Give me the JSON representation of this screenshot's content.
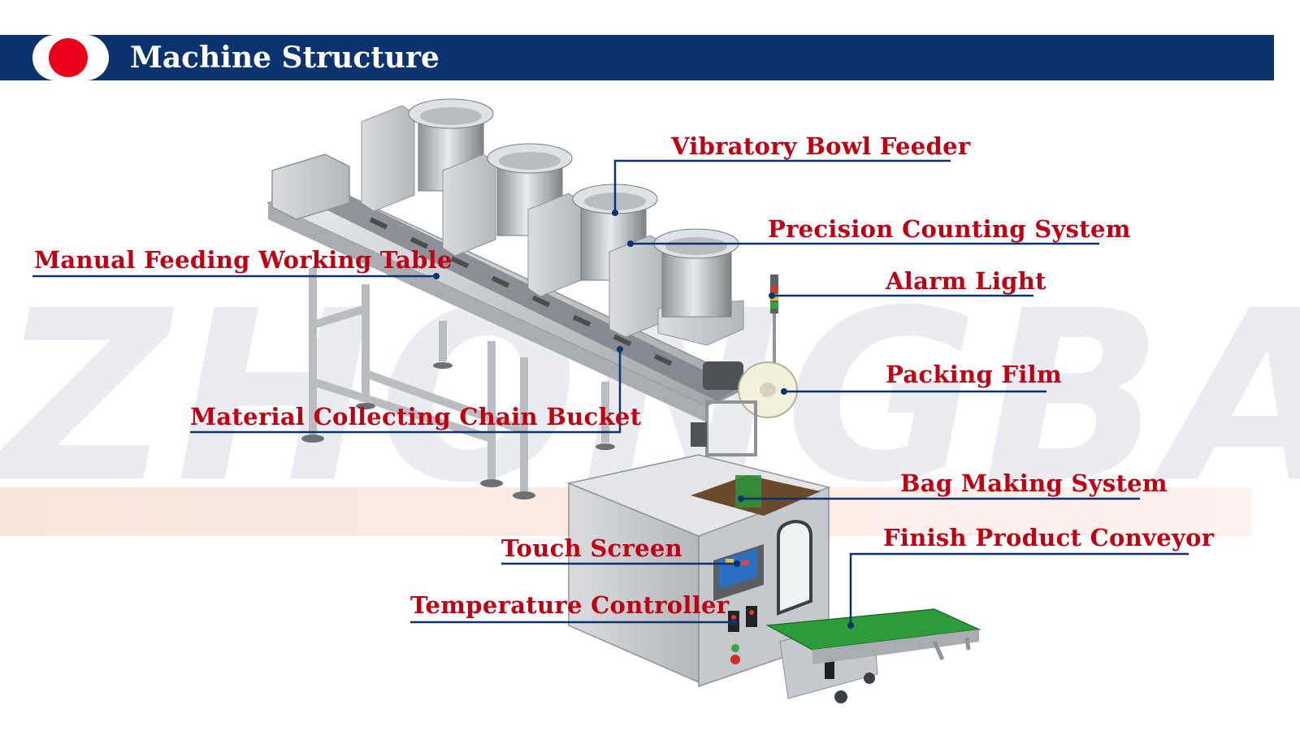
{
  "header": {
    "title": "Machine Structure",
    "bg_color": "#0b3370",
    "dot_color": "#e8001b"
  },
  "watermark": {
    "text": "ZHONGBAI"
  },
  "labels": {
    "vibratory_bowl_feeder": "Vibratory Bowl Feeder",
    "precision_counting_system": "Precision Counting System",
    "manual_feeding_working_table": "Manual Feeding Working Table",
    "alarm_light": "Alarm Light",
    "packing_film": "Packing Film",
    "material_collecting_chain_bucket": "Material Collecting Chain Bucket",
    "bag_making_system": "Bag Making System",
    "finish_product_conveyor": "Finish Product Conveyor",
    "touch_screen": "Touch Screen",
    "temperature_controller": "Temperature Controller"
  },
  "colors": {
    "label_text": "#c00012",
    "leader_line": "#0b3370",
    "steel": "#c9ccd0",
    "conveyor_green": "#2e9b3a"
  }
}
